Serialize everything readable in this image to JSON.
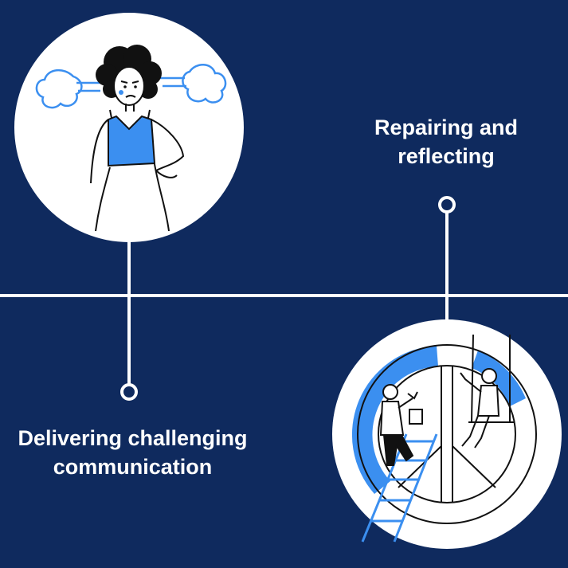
{
  "labels": {
    "left": {
      "line1": "Delivering challenging",
      "line2": "communication"
    },
    "right": {
      "line1": "Repairing and",
      "line2": "reflecting"
    }
  },
  "colors": {
    "background": "#0f2a5e",
    "line": "#ffffff",
    "accent": "#3b8ff0"
  },
  "icons": {
    "left_illustration": "frustrated-woman-steaming",
    "right_illustration": "workers-painting-peace-sign"
  }
}
